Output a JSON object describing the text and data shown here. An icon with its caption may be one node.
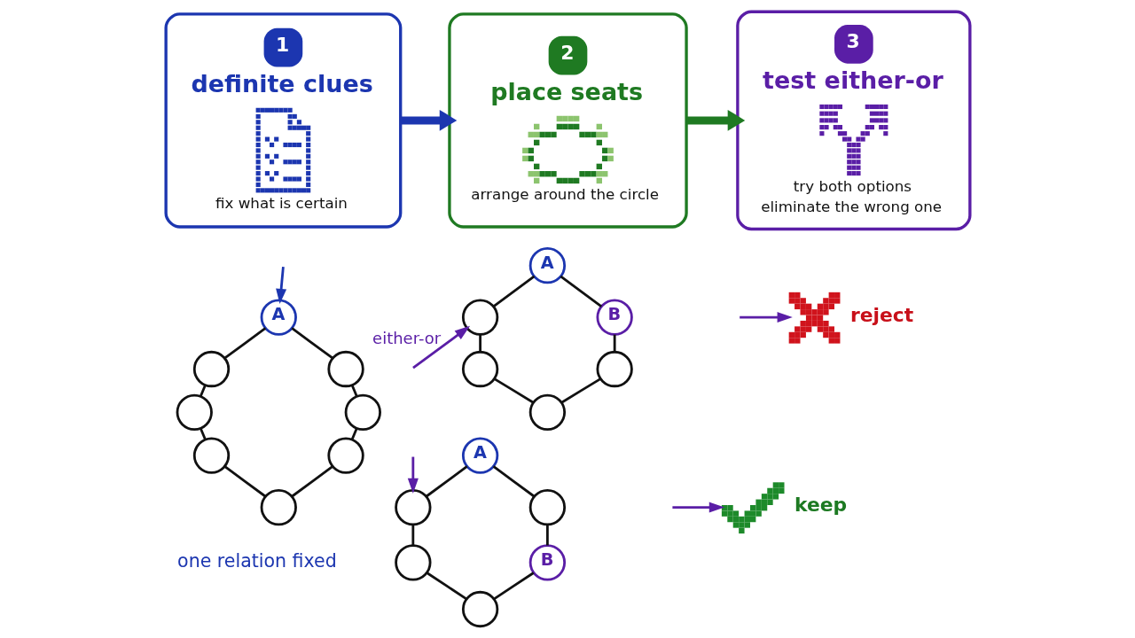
{
  "diagram": {
    "nodes": [
      {
        "text": [
          "1",
          "definite clues",
          "fix what is certain"
        ]
      },
      {
        "text": [
          "2",
          "place seats",
          "arrange around the circle"
        ]
      },
      {
        "text": [
          "3",
          "test either-or",
          "try both options",
          "eliminate the wrong one"
        ]
      },
      {
        "text": [
          "A"
        ]
      },
      {
        "text": [],
        "shape": "circle"
      },
      {
        "text": [],
        "shape": "circle"
      },
      {
        "text": [],
        "shape": "circle"
      },
      {
        "text": [],
        "shape": "circle"
      },
      {
        "text": [],
        "shape": "circle"
      },
      {
        "text": [],
        "shape": "circle"
      },
      {
        "text": [],
        "shape": "circle"
      },
      {
        "text": [
          "A"
        ]
      },
      {
        "text": [],
        "shape": "circle"
      },
      {
        "text": [
          "B"
        ]
      },
      {
        "text": [],
        "shape": "circle"
      },
      {
        "text": [],
        "shape": "circle"
      },
      {
        "text": [],
        "shape": "circle"
      },
      {
        "text": [],
        "shape": "cross",
        "beside": [
          "reject"
        ]
      },
      {
        "text": [
          "A"
        ]
      },
      {
        "text": [],
        "shape": "circle"
      },
      {
        "text": [],
        "shape": "circle"
      },
      {
        "text": [],
        "shape": "circle"
      },
      {
        "text": [
          "B"
        ]
      },
      {
        "text": [],
        "shape": "circle"
      },
      {
        "text": [],
        "shape": "check",
        "beside": [
          "keep"
        ]
      }
    ],
    "edges": [
      {
        "from": 0,
        "to": 1,
        "arrow": "to",
        "style": "thick",
        "color": "#1c36b0"
      },
      {
        "from": 1,
        "to": 2,
        "arrow": "to",
        "style": "thick",
        "color": "#1f7a22"
      },
      {
        "from": null,
        "to": 3,
        "arrow": "to",
        "color": "#1c36b0"
      },
      {
        "from": 3,
        "to": 4,
        "arrow": "none"
      },
      {
        "from": 3,
        "to": 5,
        "arrow": "none"
      },
      {
        "from": 4,
        "to": 6,
        "arrow": "none"
      },
      {
        "from": 5,
        "to": 7,
        "arrow": "none"
      },
      {
        "from": 6,
        "to": 8,
        "arrow": "none"
      },
      {
        "from": 7,
        "to": 9,
        "arrow": "none"
      },
      {
        "from": 8,
        "to": 10,
        "arrow": "none"
      },
      {
        "from": 9,
        "to": 10,
        "arrow": "none"
      },
      {
        "from": null,
        "to": 12,
        "arrow": "to",
        "label": "either-or",
        "color": "#5a1ea6"
      },
      {
        "from": null,
        "to": 19,
        "arrow": "to",
        "color": "#5a1ea6"
      },
      {
        "from": 11,
        "to": 12,
        "arrow": "none"
      },
      {
        "from": 11,
        "to": 13,
        "arrow": "none"
      },
      {
        "from": 12,
        "to": 14,
        "arrow": "none"
      },
      {
        "from": 13,
        "to": 15,
        "arrow": "none"
      },
      {
        "from": 14,
        "to": 16,
        "arrow": "none"
      },
      {
        "from": 15,
        "to": 16,
        "arrow": "none"
      },
      {
        "from": null,
        "to": 17,
        "arrow": "to",
        "color": "#5a1ea6"
      },
      {
        "from": 18,
        "to": 19,
        "arrow": "none"
      },
      {
        "from": 18,
        "to": 20,
        "arrow": "none"
      },
      {
        "from": 19,
        "to": 21,
        "arrow": "none"
      },
      {
        "from": 20,
        "to": 22,
        "arrow": "none"
      },
      {
        "from": 21,
        "to": 23,
        "arrow": "none"
      },
      {
        "from": 22,
        "to": 23,
        "arrow": "none"
      },
      {
        "from": null,
        "to": 24,
        "arrow": "to",
        "color": "#5a1ea6"
      }
    ],
    "labels": [
      "one relation fixed"
    ]
  }
}
